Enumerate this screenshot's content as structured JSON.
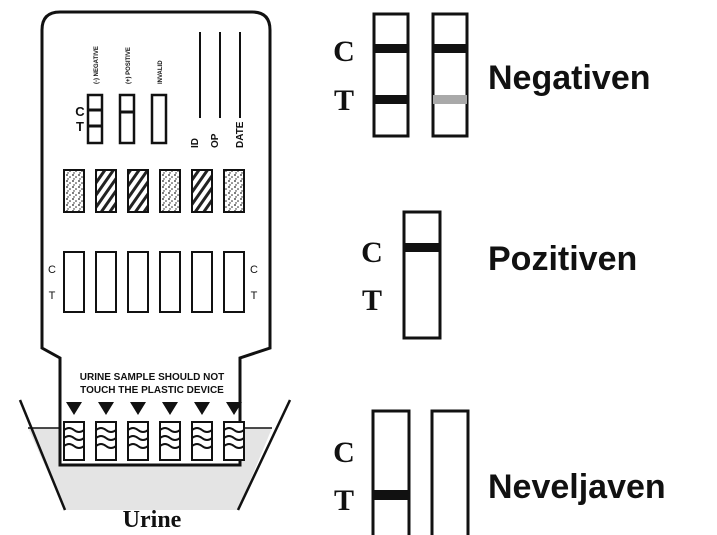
{
  "device": {
    "window_labels": [
      "(-)\nNEGATIVE",
      "(+)\nPOSITIVE",
      "INVALID"
    ],
    "window_c": "C",
    "window_t": "T",
    "field_labels": [
      "ID",
      "OP",
      "DATE"
    ],
    "strip_c": "C",
    "strip_t": "T",
    "warning_line1": "URINE SAMPLE SHOULD NOT",
    "warning_line2": "TOUCH THE PLASTIC DEVICE",
    "cup_label": "Urine"
  },
  "legend": {
    "negative": {
      "c": "C",
      "t": "T",
      "label": "Negativen"
    },
    "positive": {
      "c": "C",
      "t": "T",
      "label": "Pozitiven"
    },
    "invalid": {
      "c": "C",
      "t": "T",
      "label": "Neveljaven"
    }
  },
  "colors": {
    "ink": "#111111",
    "faint_line": "#a9a9a9",
    "background": "#ffffff"
  }
}
